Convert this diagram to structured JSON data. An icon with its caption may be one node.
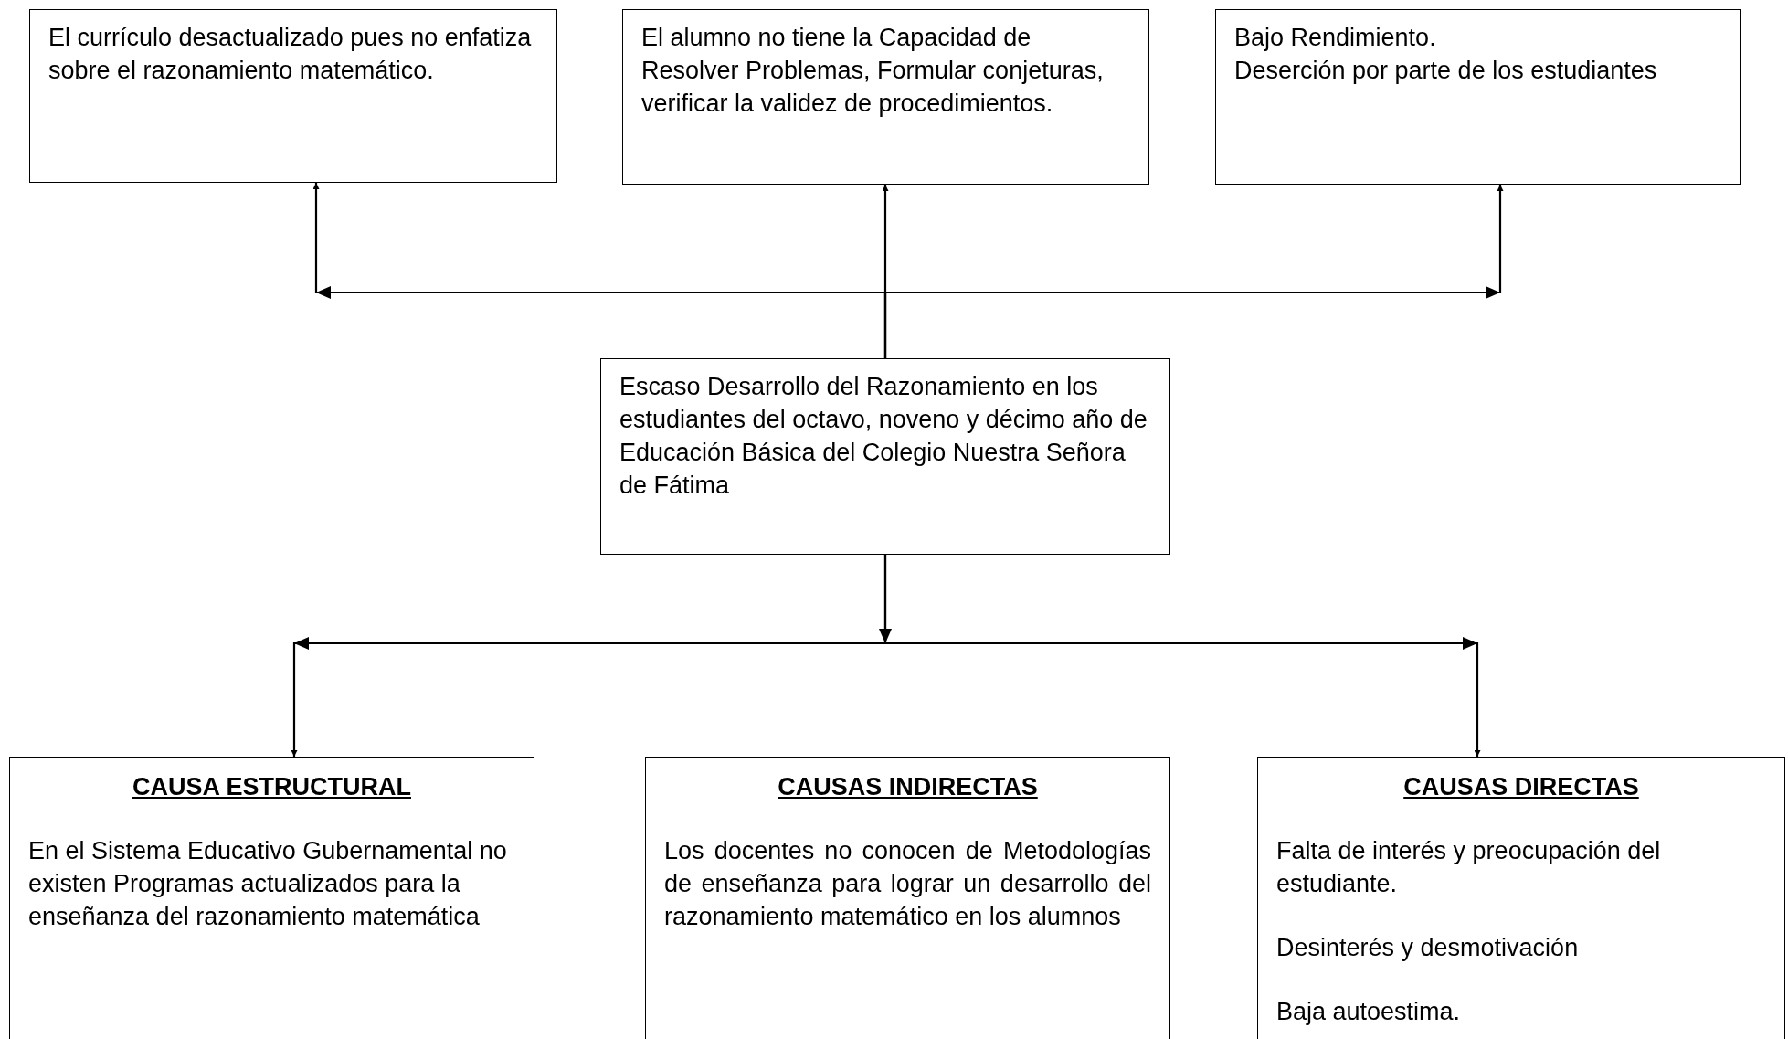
{
  "diagram": {
    "nodes": [
      {
        "text": [
          "El currículo desactualizado pues no enfatiza sobre el razonamiento matemático."
        ]
      },
      {
        "text": [
          "El alumno no tiene la Capacidad de Resolver Problemas, Formular conjeturas, verificar la validez de procedimientos."
        ]
      },
      {
        "text": [
          "Bajo Rendimiento.",
          "Deserción por parte de los estudiantes"
        ]
      },
      {
        "text": [
          "Escaso Desarrollo del Razonamiento en los estudiantes del octavo, noveno y décimo año de Educación Básica del Colegio Nuestra Señora de Fátima"
        ]
      },
      {
        "text": [
          "CAUSA ESTRUCTURAL",
          "En el Sistema Educativo Gubernamental no existen Programas actualizados para la enseñanza del razonamiento matemática"
        ]
      },
      {
        "text": [
          "CAUSAS INDIRECTAS",
          "Los docentes no conocen de Metodologías de enseñanza para lograr un desarrollo del razonamiento matemático en los alumnos"
        ]
      },
      {
        "text": [
          "CAUSAS DIRECTAS",
          "Falta de interés y preocupación del estudiante.",
          "Desinterés y desmotivación",
          "Baja autoestima."
        ]
      }
    ],
    "edges": [
      {
        "from": 3,
        "to": 0,
        "arrow": "to"
      },
      {
        "from": 3,
        "to": 1,
        "arrow": "to"
      },
      {
        "from": 3,
        "to": 2,
        "arrow": "to"
      },
      {
        "from": 3,
        "to": 4,
        "arrow": "to"
      },
      {
        "from": 3,
        "to": 6,
        "arrow": "to"
      }
    ]
  }
}
